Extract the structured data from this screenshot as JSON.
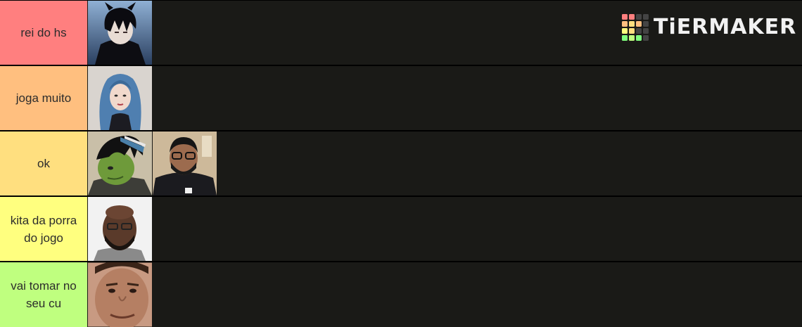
{
  "brand": {
    "name": "TiERMAKER",
    "grid_colors": [
      "#ff7f7f",
      "#ff7f7f",
      "#444444",
      "#444444",
      "#ffbf7f",
      "#ffdf7f",
      "#ffbf7f",
      "#444444",
      "#ffff7f",
      "#ffdf7f",
      "#444444",
      "#444444",
      "#7fff7f",
      "#bfff7f",
      "#7fff7f",
      "#444444"
    ]
  },
  "tiers": [
    {
      "label": "rei do hs",
      "color": "#ff7f7f",
      "items": [
        "anime-boy-horns"
      ]
    },
    {
      "label": "joga muito",
      "color": "#ffbf7f",
      "items": [
        "blue-hair-girl"
      ]
    },
    {
      "label": "ok",
      "color": "#ffdf7f",
      "items": [
        "shrek-emo",
        "man-glasses-beard"
      ]
    },
    {
      "label": "kita da porra do jogo",
      "color": "#ffff7f",
      "items": [
        "bald-man-beard"
      ]
    },
    {
      "label": "vai tomar no seu cu",
      "color": "#bfff7f",
      "items": [
        "closeup-face"
      ]
    }
  ]
}
